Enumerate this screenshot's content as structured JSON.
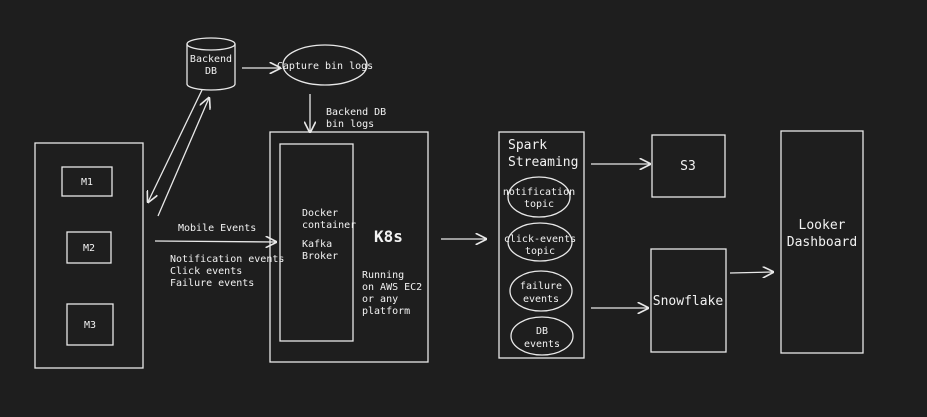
{
  "nodes": {
    "backend_db": [
      "Backend",
      "DB"
    ],
    "capture_bin_logs": "Capture bin logs",
    "m1": "M1",
    "m2": "M2",
    "m3": "M3",
    "docker": [
      "Docker",
      "container",
      "",
      "Kafka",
      "Broker"
    ],
    "k8s": "K8s",
    "k8s_note": [
      "Running",
      "on AWS EC2",
      "or any",
      "platform"
    ],
    "spark": [
      "Spark",
      "Streaming"
    ],
    "topic_notification": [
      "notification",
      "topic"
    ],
    "topic_click": [
      "click-events",
      "topic"
    ],
    "topic_failure": [
      "failure",
      "events"
    ],
    "topic_db": [
      "DB",
      "events"
    ],
    "s3": "S3",
    "snowflake": "Snowflake",
    "looker": [
      "Looker",
      "Dashboard"
    ]
  },
  "edge_labels": {
    "backend_db_bin_logs": [
      "Backend DB",
      "bin logs"
    ],
    "mobile_events": "Mobile Events",
    "event_types": [
      "Notification events",
      "Click events",
      "Failure events"
    ]
  },
  "colors": {
    "background": "#1e1e1e",
    "stroke": "#e8e8e8",
    "text": "#f2f2f2"
  }
}
